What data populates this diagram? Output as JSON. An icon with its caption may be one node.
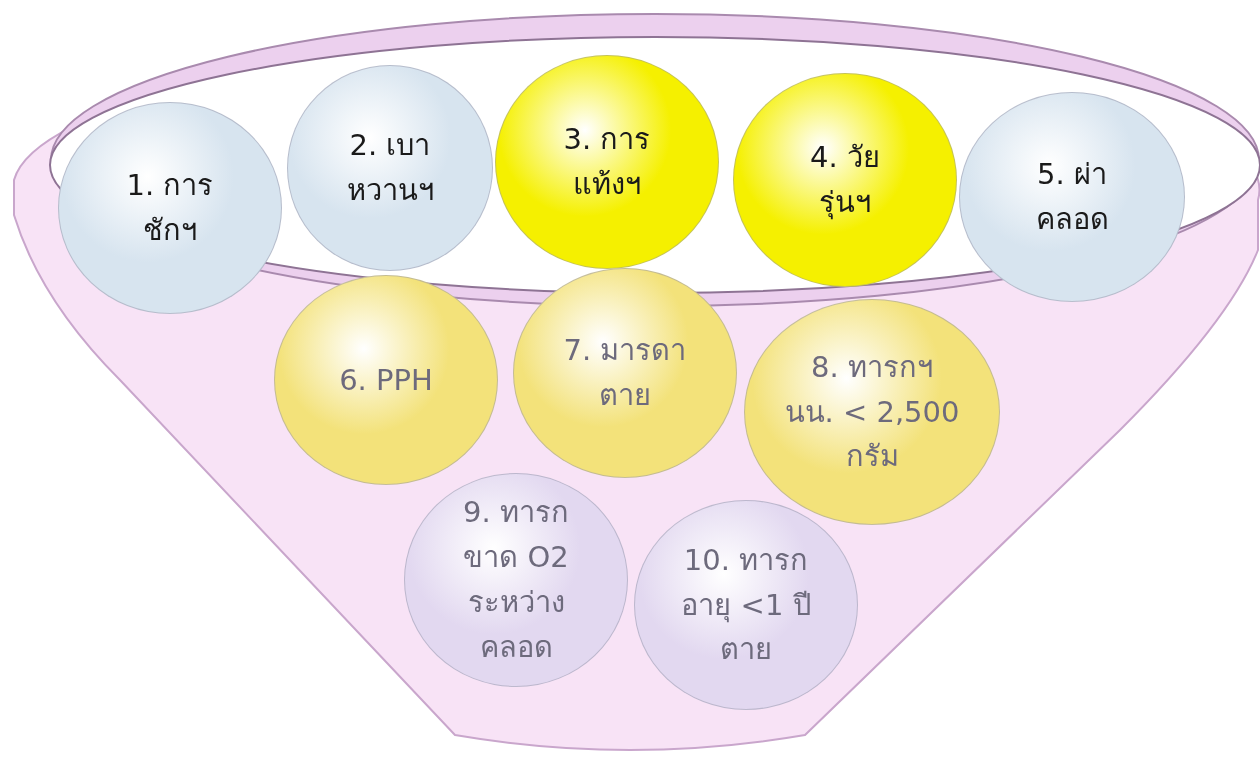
{
  "diagram": {
    "nodes": [
      {
        "text": [
          "1. การชักฯ"
        ]
      },
      {
        "text": [
          "2. เบาหวานฯ"
        ]
      },
      {
        "text": [
          "3. การแท้งฯ"
        ]
      },
      {
        "text": [
          "4. วัยรุ่นฯ"
        ]
      },
      {
        "text": [
          "5. ผ่าคลอด"
        ]
      },
      {
        "text": [
          "6. PPH"
        ]
      },
      {
        "text": [
          "7. มารดาตาย"
        ]
      },
      {
        "text": [
          "8. ทารกฯ นน. < 2,500 กรัม"
        ]
      },
      {
        "text": [
          "9. ทารกขาด O2 ระหว่างคลอด"
        ]
      },
      {
        "text": [
          "10. ทารกอายุ <1 ปี ตาย"
        ]
      }
    ]
  }
}
